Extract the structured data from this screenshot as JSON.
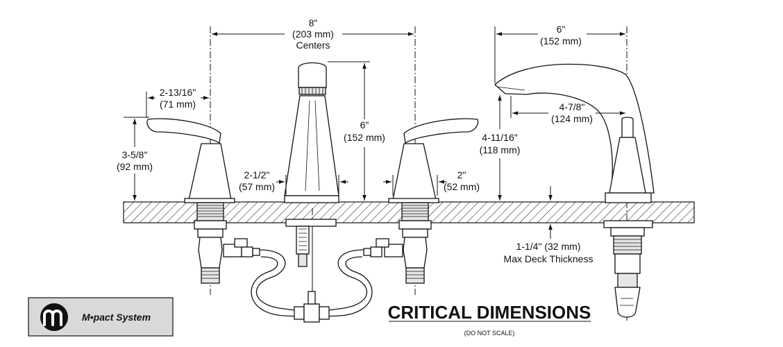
{
  "labels": {
    "centers_in": "8\"",
    "centers_mm": "(203 mm)",
    "centers_word": "Centers",
    "handle_reach_in": "2-13/16\"",
    "handle_reach_mm": "(71 mm)",
    "handle_height_in": "3-5/8\"",
    "handle_height_mm": "(92 mm)",
    "spout_height_in": "6\"",
    "spout_height_mm": "(152 mm)",
    "base_left_in": "2-1/2\"",
    "base_left_mm": "(57 mm)",
    "base_right_in": "2\"",
    "base_right_mm": "(52 mm)",
    "spout_reach_in": "6\"",
    "spout_reach_mm": "(152 mm)",
    "aerator_reach_in": "4-7/8\"",
    "aerator_reach_mm": "(124 mm)",
    "aerator_height_in": "4-11/16\"",
    "aerator_height_mm": "(118 mm)",
    "deck_line1": "1-1/4\" (32 mm)",
    "deck_line2": "Max Deck Thickness"
  },
  "title": "CRITICAL DIMENSIONS",
  "subtitle": "(DO NOT SCALE)",
  "badge": {
    "text": "M•pact System",
    "logo_icon": "mpact-logo-icon"
  }
}
